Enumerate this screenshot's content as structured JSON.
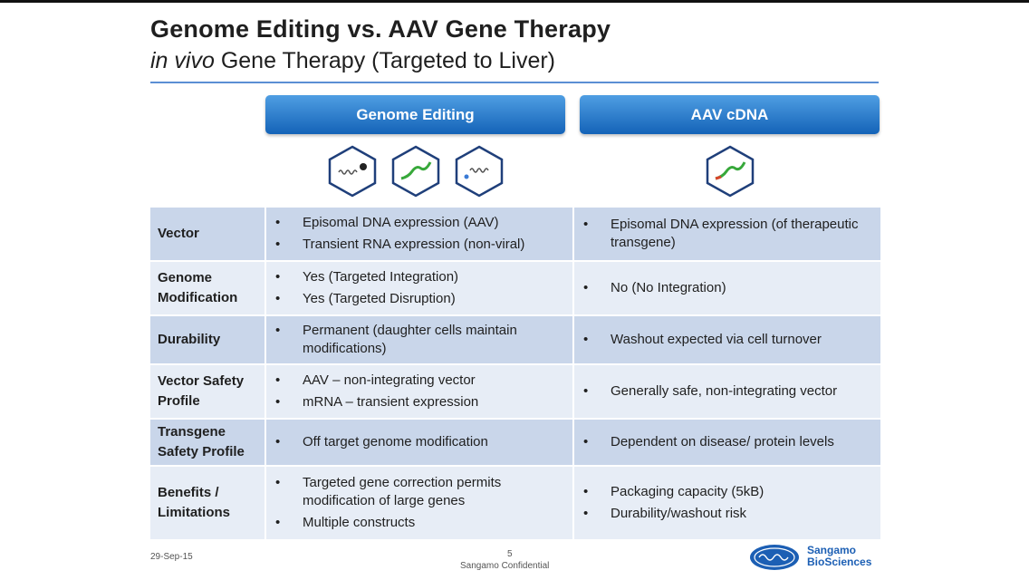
{
  "title": "Genome Editing vs. AAV Gene Therapy",
  "subtitle_italic": "in vivo",
  "subtitle_rest": "Gene Therapy (Targeted to Liver)",
  "columns": {
    "genome_editing": "Genome Editing",
    "aav": "AAV cDNA"
  },
  "rows": [
    {
      "label": "Vector",
      "ge": [
        "Episomal DNA expression (AAV)",
        "Transient RNA expression (non-viral)"
      ],
      "aav": [
        "Episomal DNA expression (of therapeutic transgene)"
      ]
    },
    {
      "label": "Genome Modification",
      "ge": [
        "Yes (Targeted Integration)",
        "Yes (Targeted Disruption)"
      ],
      "aav": [
        "No (No Integration)"
      ]
    },
    {
      "label": "Durability",
      "ge": [
        "Permanent (daughter cells maintain modifications)"
      ],
      "aav": [
        "Washout expected via cell turnover"
      ]
    },
    {
      "label": "Vector Safety Profile",
      "ge": [
        "AAV – non-integrating vector",
        "mRNA – transient expression"
      ],
      "aav": [
        "Generally safe, non-integrating vector"
      ]
    },
    {
      "label": "Transgene Safety Profile",
      "ge": [
        "Off target genome modification"
      ],
      "aav": [
        "Dependent on disease/ protein levels"
      ]
    },
    {
      "label": "Benefits / Limitations",
      "ge": [
        "Targeted gene correction permits modification of large genes",
        "Multiple constructs"
      ],
      "aav": [
        "Packaging capacity (5kB)",
        "Durability/washout risk"
      ]
    }
  ],
  "bullet": "•",
  "footer": {
    "date": "29-Sep-15",
    "page": "5",
    "confidential": "Sangamo Confidential"
  },
  "logo": {
    "line1": "Sangamo",
    "line2": "BioSciences"
  },
  "icons": [
    "dna-zinc-finger-icon",
    "dna-strand-icon",
    "dna-nuclease-icon",
    "dna-strand-icon"
  ],
  "colors": {
    "header_blue": "#1463b8",
    "row_dark": "#c9d6ea",
    "row_light": "#e7edf6",
    "rule": "#5b8fd4"
  }
}
